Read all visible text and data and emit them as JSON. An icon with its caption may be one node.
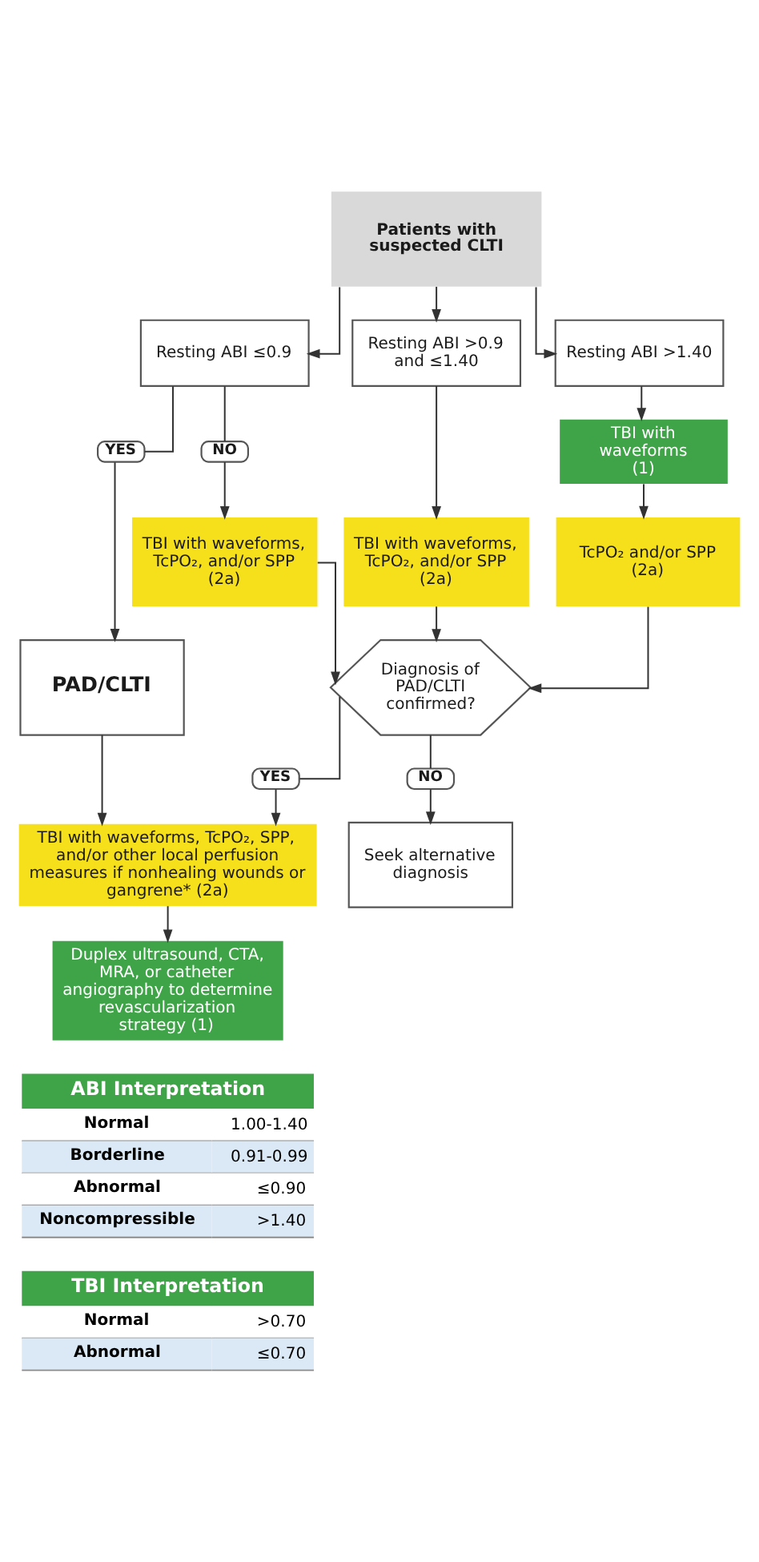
{
  "diagram": {
    "nodes": [
      {
        "text": [
          "Patients with suspected CLTI"
        ]
      },
      {
        "text": [
          "Resting ABI ≤0.9"
        ]
      },
      {
        "text": [
          "Resting ABI >0.9 and ≤1.40"
        ]
      },
      {
        "text": [
          "Resting ABI >1.40"
        ]
      },
      {
        "text": [
          "YES"
        ]
      },
      {
        "text": [
          "NO"
        ]
      },
      {
        "text": [
          "TBI with waveforms (1)"
        ]
      },
      {
        "text": [
          "TBI with waveforms, TcPO₂, and/or SPP (2a)"
        ]
      },
      {
        "text": [
          "TBI with waveforms, TcPO₂, and/or SPP (2a)"
        ]
      },
      {
        "text": [
          "TcPO₂ and/or SPP (2a)"
        ]
      },
      {
        "text": [
          "PAD/CLTI"
        ]
      },
      {
        "text": [
          "Diagnosis of PAD/CLTI confirmed?"
        ]
      },
      {
        "text": [
          "YES"
        ]
      },
      {
        "text": [
          "NO"
        ]
      },
      {
        "text": [
          "TBI with waveforms, TcPO₂, SPP, and/or other local perfusion measures if nonhealing wounds or gangrene* (2a)"
        ]
      },
      {
        "text": [
          "Seek alternative diagnosis"
        ]
      },
      {
        "text": [
          "Duplex ultrasound, CTA, MRA, or catheter angiography to determine revascularization strategy (1)"
        ]
      }
    ],
    "edges": [
      {
        "from": 0,
        "to": 1,
        "arrow": "to"
      },
      {
        "from": 0,
        "to": 2,
        "arrow": "to"
      },
      {
        "from": 0,
        "to": 3,
        "arrow": "to"
      },
      {
        "from": 1,
        "to": 4,
        "arrow": "none"
      },
      {
        "from": 1,
        "to": 5,
        "arrow": "none"
      },
      {
        "from": 3,
        "to": 6,
        "arrow": "to"
      },
      {
        "from": 4,
        "to": 10,
        "arrow": "to"
      },
      {
        "from": 5,
        "to": 8,
        "arrow": "to"
      },
      {
        "from": 2,
        "to": 7,
        "arrow": "to"
      },
      {
        "from": 6,
        "to": 9,
        "arrow": "to"
      },
      {
        "from": 8,
        "to": 11,
        "arrow": "to"
      },
      {
        "from": 7,
        "to": 11,
        "arrow": "to"
      },
      {
        "from": 9,
        "to": 11,
        "arrow": "to"
      },
      {
        "from": 10,
        "to": 14,
        "arrow": "to"
      },
      {
        "from": 11,
        "to": 12,
        "arrow": "none"
      },
      {
        "from": 11,
        "to": 13,
        "arrow": "none"
      },
      {
        "from": 12,
        "to": 14,
        "arrow": "to"
      },
      {
        "from": 13,
        "to": 15,
        "arrow": "to"
      },
      {
        "from": 14,
        "to": 16,
        "arrow": "to"
      }
    ],
    "labels": [
      "ABI Interpretation",
      "Normal",
      "1.00-1.40",
      "Borderline",
      "0.91-0.99",
      "Abnormal",
      "≤0.90",
      "Noncompressible",
      ">1.40",
      "TBI Interpretation",
      "Normal",
      ">0.70",
      "Abnormal",
      "≤0.70"
    ]
  }
}
